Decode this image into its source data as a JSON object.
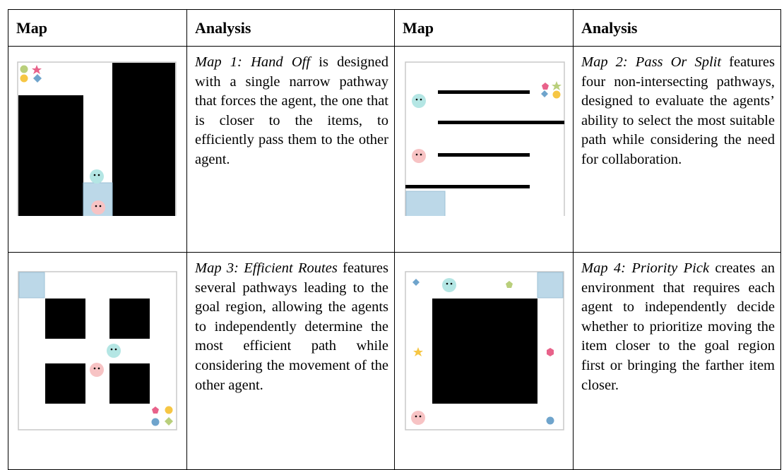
{
  "table": {
    "headers": [
      "Map",
      "Analysis",
      "Map",
      "Analysis"
    ],
    "rows": [
      [
        {
          "map_name": "Map 1: Hand Off",
          "analysis": "is designed with a single narrow pathway that forces the agent, the one that is closer to the items, to efficiently pass them to the other agent."
        },
        {
          "map_name": "Map 2: Pass Or Split",
          "analysis": "features four non-intersecting pathways, designed to evaluate the agents’ ability to select the most suitable path while considering the need for collaboration."
        }
      ],
      [
        {
          "map_name": "Map 3: Efficient Routes",
          "analysis": "features several pathways leading to the goal region, allowing the agents to independently determine the most efficient path while considering the movement of the other agent."
        },
        {
          "map_name": "Map 4: Priority Pick",
          "analysis": "creates an environment that requires each agent to independently decide whether to prioritize moving the item closer to the goal region first or bringing the farther item closer."
        }
      ]
    ]
  },
  "colors": {
    "wall": "#000000",
    "goal_region": "#bcd8e8",
    "agent_teal": "#b4e6e4",
    "agent_pink": "#f7c3c4",
    "item_green": "#b9cf7b",
    "item_pink": "#e8628a",
    "item_yellow": "#f6c644",
    "item_blue": "#6fa4cc"
  }
}
